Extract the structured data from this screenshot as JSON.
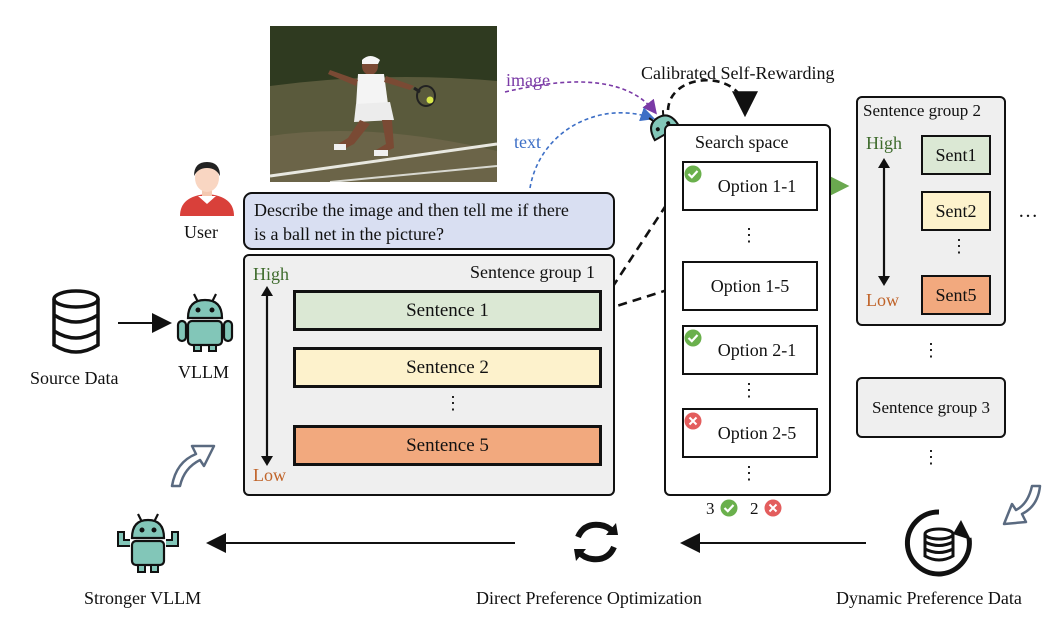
{
  "labels": {
    "user": "User",
    "source_data": "Source Data",
    "vllm": "VLLM",
    "stronger_vllm": "Stronger VLLM",
    "dpo": "Direct Preference Optimization",
    "dynamic_pref": "Dynamic Preference Data",
    "image_arrow": "image",
    "text_arrow": "text",
    "calibrated": "Calibrated Self-Rewarding"
  },
  "prompt": {
    "line1": "Describe the image and then tell me if there",
    "line2": "is a ball net in the picture?"
  },
  "group1": {
    "title": "Sentence group 1",
    "high": "High",
    "low": "Low",
    "sentences": [
      "Sentence 1",
      "Sentence 2",
      "Sentence 5"
    ],
    "ellipsis": "⋮"
  },
  "search": {
    "title": "Search space",
    "options": [
      "Option 1-1",
      "Option 1-5",
      "Option 2-1",
      "Option 2-5"
    ],
    "ellipsis": "⋮",
    "count_good": "3",
    "count_bad": "2"
  },
  "group2": {
    "title": "Sentence group 2",
    "high": "High",
    "low": "Low",
    "sents": [
      "Sent1",
      "Sent2",
      "Sent5"
    ],
    "ellipsis": "⋮",
    "more": "…"
  },
  "group3": {
    "title": "Sentence group 3"
  },
  "colors": {
    "green_fill": "#dbe8d4",
    "yellow_fill": "#fdf2cc",
    "orange_fill": "#f2a97e",
    "panel_gray": "#efefef",
    "prompt_fill": "#d9dff2",
    "high_color": "#3e6b2c",
    "low_color": "#c0642a",
    "check_green": "#6ab04c",
    "cross_red": "#e35d5d",
    "robot_teal": "#82c6b8",
    "image_arrow": "#7a3aa6",
    "text_arrow": "#3d6fc6",
    "green_arrow": "#6aa84f"
  },
  "icons": [
    "database-icon",
    "robot-icon",
    "strong-robot-icon",
    "user-icon",
    "refresh-icon",
    "database-cycle-icon",
    "curved-arrow-icon",
    "check-icon",
    "cross-icon"
  ]
}
